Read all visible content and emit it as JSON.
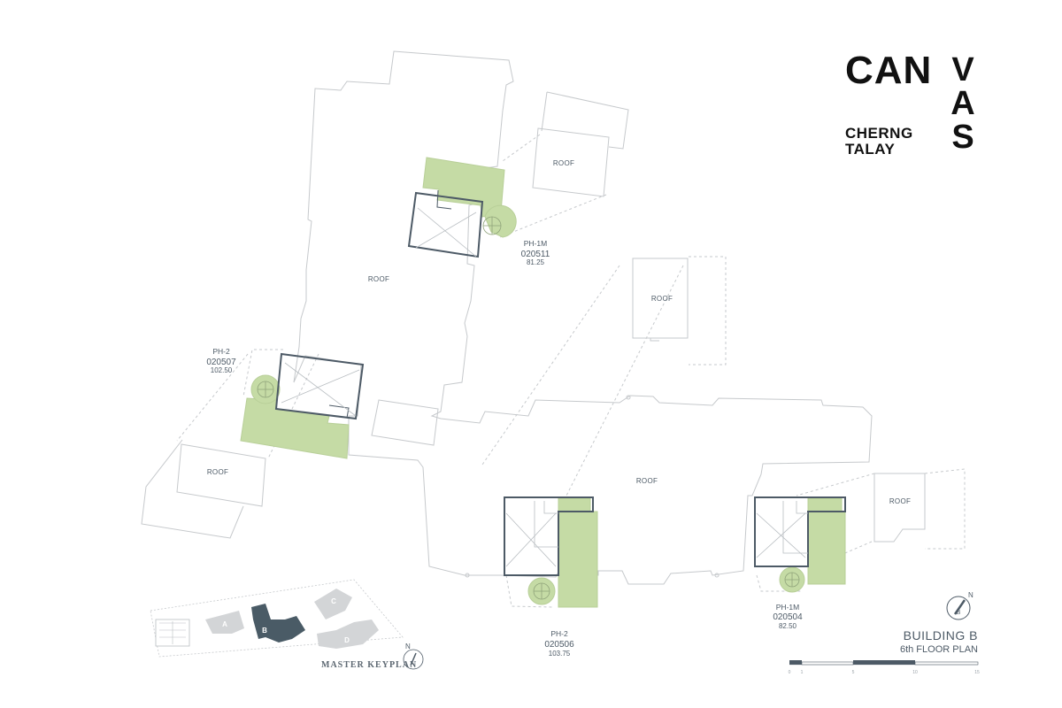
{
  "brand": {
    "logo_word_1": "CAN",
    "logo_word_2": "VAS",
    "subtitle_line_1": "CHERNG",
    "subtitle_line_2": "TALAY"
  },
  "building": {
    "title": "BUILDING B",
    "floor": "6th FLOOR PLAN"
  },
  "roof_label": "ROOF",
  "units": [
    {
      "name": "PH-1M",
      "id": "020511",
      "area": "81.25"
    },
    {
      "name": "PH-2",
      "id": "020507",
      "area": "102.50"
    },
    {
      "name": "PH-2",
      "id": "020506",
      "area": "103.75"
    },
    {
      "name": "PH-1M",
      "id": "020504",
      "area": "82.50"
    }
  ],
  "keyplan": {
    "title": "MASTER KEYPLAN",
    "blocks": [
      "A",
      "B",
      "C",
      "D"
    ],
    "north": "N"
  },
  "compass": {
    "north": "N",
    "building": "B"
  },
  "scale_bar": {
    "ticks": [
      "0",
      "1",
      "5",
      "10",
      "15"
    ]
  },
  "colors": {
    "balcony_green": "#c5dba5",
    "wall_dark": "#4d5a66",
    "outline_grey": "#c6c9cc",
    "keyplan_highlight": "#4a5b66",
    "keyplan_other": "#d3d5d7"
  }
}
